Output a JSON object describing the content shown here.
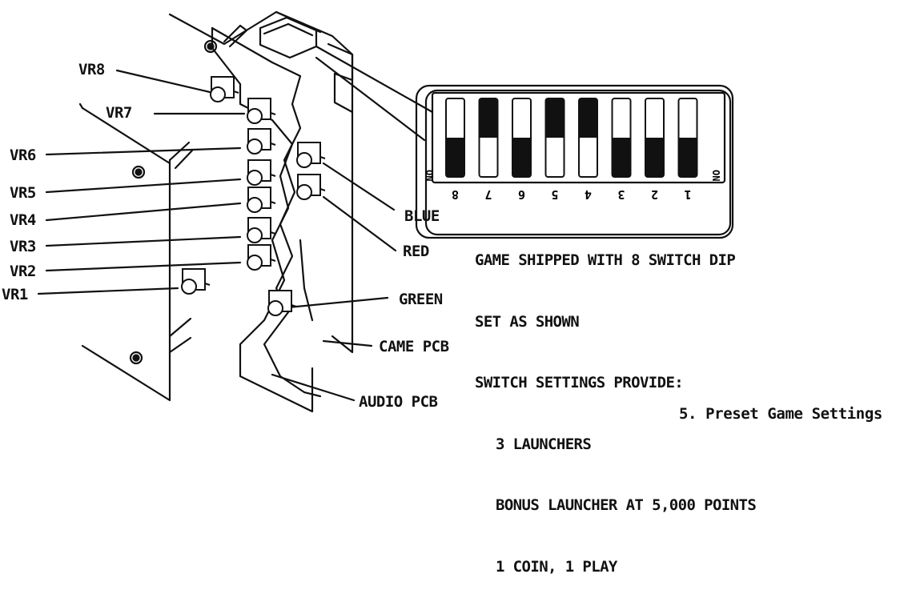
{
  "pots": [
    "VR8",
    "VR7",
    "VR6",
    "VR5",
    "VR4",
    "VR3",
    "VR2",
    "VR1"
  ],
  "color_labels": {
    "blue": "BLUE",
    "red": "RED",
    "green": "GREEN"
  },
  "pcb_labels": {
    "game": "CAME PCB",
    "audio": "AUDIO PCB"
  },
  "dip_switch": {
    "numbers": [
      "8",
      "7",
      "6",
      "5",
      "4",
      "3",
      "2",
      "1"
    ],
    "on_label": "ON",
    "on_states": [
      1,
      0,
      1,
      0,
      0,
      1,
      1,
      1
    ]
  },
  "notes": [
    "GAME SHIPPED WITH 8 SWITCH DIP",
    "SET AS SHOWN",
    "SWITCH SETTINGS PROVIDE:",
    "3 LAUNCHERS",
    "BONUS LAUNCHER AT 5,000 POINTS",
    "1 COIN, 1 PLAY"
  ],
  "caption": "5.  Preset Game Settings"
}
